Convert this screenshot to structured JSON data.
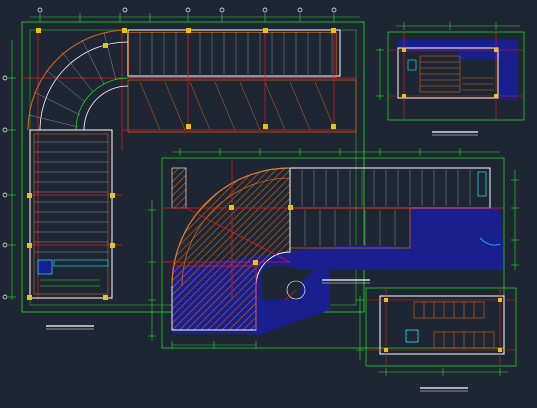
{
  "app": {
    "title": ""
  },
  "drawing": {
    "background_color": "#1f2633",
    "colors": {
      "dimension": "#19e619",
      "wall": "#ffffff",
      "axis": "#e61919",
      "column": "#e6c319",
      "rail": "#e6761f",
      "water": "#1a1f8f",
      "hatch": "#c9671a",
      "accent": "#19d4e6"
    },
    "views": [
      {
        "id": "main-plan",
        "title": "",
        "subtitle": ""
      },
      {
        "id": "curved-ramp-plan",
        "title": "",
        "subtitle": ""
      },
      {
        "id": "detail-plan-top",
        "title": "",
        "subtitle": ""
      },
      {
        "id": "detail-plan-bottom",
        "title": "",
        "subtitle": ""
      }
    ]
  }
}
